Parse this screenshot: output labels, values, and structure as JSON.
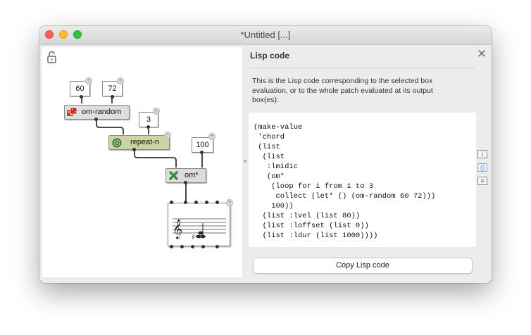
{
  "window": {
    "title": "*Untitled  [...]"
  },
  "patch": {
    "boxes": {
      "num_60": "60",
      "num_72": "72",
      "om_random": "om-random",
      "num_3": "3",
      "repeat_n": "repeat-n",
      "num_100": "100",
      "om_times": "om*"
    }
  },
  "panel": {
    "title": "Lisp code",
    "description": "This is the Lisp code corresponding to the selected box evaluation, or to the whole patch evaluated at its output box(es):",
    "code": "(make-value\n 'chord\n (list\n  (list\n   :lmidic\n   (om*\n    (loop for i from 1 to 3\n     collect (let* () (om-random 60 72)))\n    100))\n  (list :lvel (list 80))\n  (list :loffset (list 0))\n  (list :ldur (list 1000))))",
    "copy_button": "Copy Lisp code",
    "side_buttons": {
      "info": "i",
      "lisp": "()",
      "list": "≡"
    }
  },
  "colors": {
    "om_random_box": "#dedede",
    "repeat_n_box": "#c9d6a3",
    "om_times_box": "#dcdcdc",
    "active_tab": "#6f8fd0"
  },
  "icons": {
    "lock": "lock-open-icon",
    "dice": "dice-icon",
    "repeat": "repeat-icon",
    "multiply": "multiply-icon",
    "close": "close-icon"
  }
}
